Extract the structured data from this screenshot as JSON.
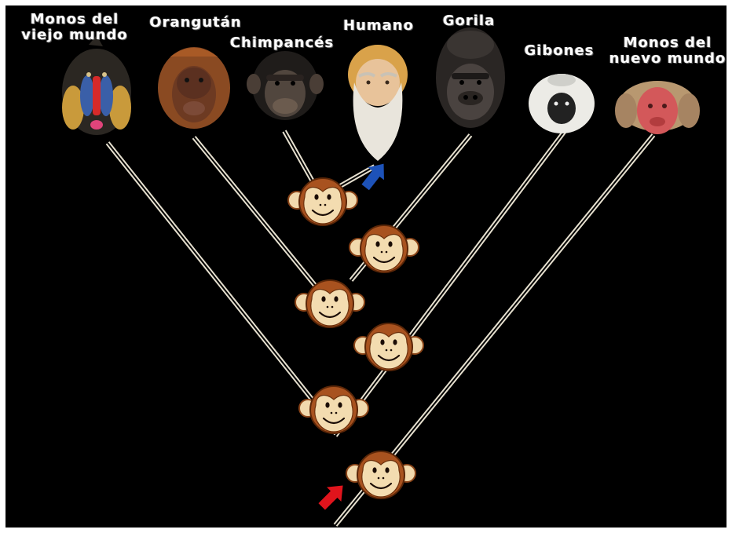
{
  "diagram": {
    "species_labels": {
      "old_world_monkeys": "Monos del\nviejo mundo",
      "orangutan": "Orangután",
      "chimpanzees": "Chimpancés",
      "human": "Humano",
      "gorilla": "Gorila",
      "gibbons": "Gibones",
      "new_world_monkeys": "Monos del\nnuevo mundo"
    },
    "colors": {
      "background": "#000000",
      "branch": "#d9d2c0",
      "ancestor_face": "#f3dcb0",
      "ancestor_fur": "#a8521f",
      "start_arrow": "#e0141c",
      "human_arrow": "#1d52b8"
    },
    "icons": {
      "ancestor": "monkey-face-icon",
      "start_arrow": "red-arrow-icon",
      "human_arrow": "blue-arrow-icon"
    }
  }
}
